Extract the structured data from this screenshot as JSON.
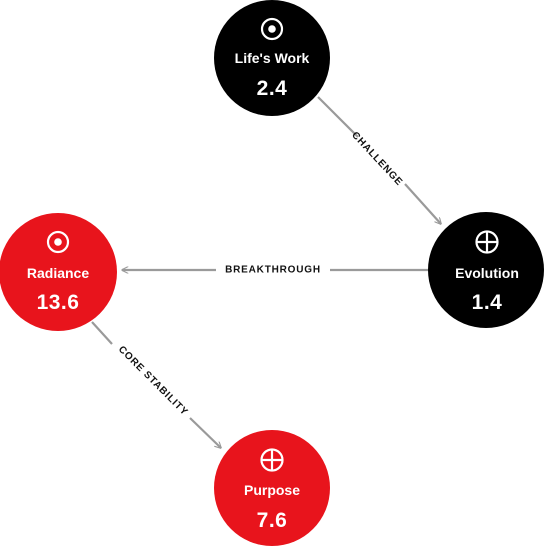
{
  "colors": {
    "red": "#e8141c",
    "black": "#000000",
    "edge": "#9a9a9a",
    "label": "#111111"
  },
  "nodes": [
    {
      "id": "lifes-work",
      "title": "Life's Work",
      "value": "2.4",
      "color": "black",
      "icon": "circle-dot-icon"
    },
    {
      "id": "evolution",
      "title": "Evolution",
      "value": "1.4",
      "color": "black",
      "icon": "circle-cross-icon"
    },
    {
      "id": "radiance",
      "title": "Radiance",
      "value": "13.6",
      "color": "red",
      "icon": "circle-dot-icon"
    },
    {
      "id": "purpose",
      "title": "Purpose",
      "value": "7.6",
      "color": "red",
      "icon": "circle-cross-icon"
    }
  ],
  "edges": [
    {
      "from": "lifes-work",
      "to": "evolution",
      "label": "CHALLENGE"
    },
    {
      "from": "evolution",
      "to": "radiance",
      "label": "BREAKTHROUGH"
    },
    {
      "from": "radiance",
      "to": "purpose",
      "label": "CORE STABILITY"
    }
  ]
}
